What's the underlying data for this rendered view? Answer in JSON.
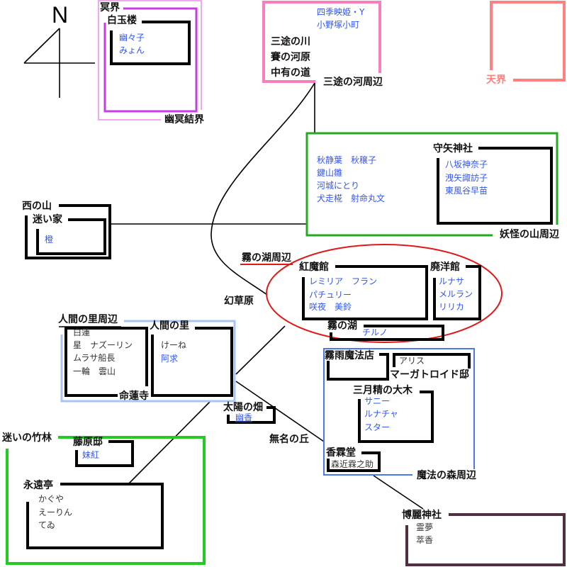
{
  "compass": {
    "north_label": "N",
    "icon": "compass-rose-icon"
  },
  "colors": {
    "meikai_barrier": "#f0a8f0",
    "meikai": "#c83ce8",
    "sanzu": "#f77fbf",
    "tenkai": "#ff8080",
    "youkai_mountain": "#22aa22",
    "misty_lake": "#e01818",
    "village": "#a8c4f4",
    "magic_forest": "#4a78e8",
    "bamboo_forest": "#22cc22",
    "hakurei": "#503040",
    "resident_link": "#3355ee",
    "resident_plain": "#333333"
  },
  "meikai": {
    "barrier_label": "幽冥結界",
    "realm_label": "冥界",
    "hakugyokurou": {
      "location": "白玉楼",
      "residents": [
        "幽々子",
        "みょん"
      ]
    }
  },
  "sanzu": {
    "region_label": "三途の河周辺",
    "residents": [
      "四季映姫・Y",
      "小野塚小町"
    ],
    "places": [
      "三途の川",
      "賽の河原",
      "中有の道"
    ]
  },
  "tenkai": {
    "region_label": "天界"
  },
  "youkai_mountain": {
    "region_label": "妖怪の山周辺",
    "residents": [
      "秋静葉　秋穣子",
      "鍵山雛",
      "河城にとり",
      "犬走椛　射命丸文"
    ],
    "moriya": {
      "location": "守矢神社",
      "residents": [
        "八坂神奈子",
        "洩矢諏訪子",
        "東風谷早苗"
      ]
    }
  },
  "west_mountain": {
    "label": "西の山",
    "mayoiga": {
      "location": "迷い家",
      "residents": [
        "橙"
      ]
    }
  },
  "misty_lake": {
    "region_label": "霧の湖周辺",
    "scarlet_mansion": {
      "location": "紅魔館",
      "residents": [
        "レミリア　フラン",
        "パチュリー",
        "咲夜　美鈴"
      ]
    },
    "abandoned_mansion": {
      "location": "廃洋館",
      "residents": [
        "ルナサ",
        "メルラン",
        "リリカ"
      ]
    },
    "lake": {
      "location": "霧の湖",
      "residents": [
        "チルノ"
      ]
    }
  },
  "genso_meadow": {
    "label": "幻草原"
  },
  "village": {
    "region_label": "人間の里周辺",
    "myouren_temple": {
      "location": "命蓮寺",
      "residents": [
        "白蓮",
        "星　ナズーリン",
        "ムラサ船長",
        "一輪　雲山"
      ]
    },
    "human_village": {
      "location": "人間の里",
      "residents": [
        "けーね",
        "阿求"
      ]
    }
  },
  "sunflower_field": {
    "location": "太陽の畑",
    "residents": [
      "幽香"
    ]
  },
  "nameless_hill": {
    "label": "無名の丘"
  },
  "magic_forest": {
    "region_label": "魔法の森周辺",
    "kirisame_shop": {
      "location": "霧雨魔法店"
    },
    "margatroid": {
      "location": "マーガトロイド邸",
      "residents": [
        "アリス"
      ]
    },
    "three_fairies_tree": {
      "location": "三月精の大木",
      "residents": [
        "サニー",
        "ルナチャ",
        "スター"
      ]
    },
    "kourindou": {
      "location": "香霖堂",
      "residents": [
        "森近霖之助"
      ]
    }
  },
  "bamboo_forest": {
    "region_label": "迷いの竹林",
    "fujiwara": {
      "location": "藤原邸",
      "residents": [
        "妹紅"
      ]
    },
    "eientei": {
      "location": "永遠亭",
      "residents": [
        "かぐや",
        "えーりん",
        "てゐ"
      ]
    }
  },
  "hakurei": {
    "location": "博麗神社",
    "residents": [
      "霊夢",
      "萃香"
    ]
  }
}
